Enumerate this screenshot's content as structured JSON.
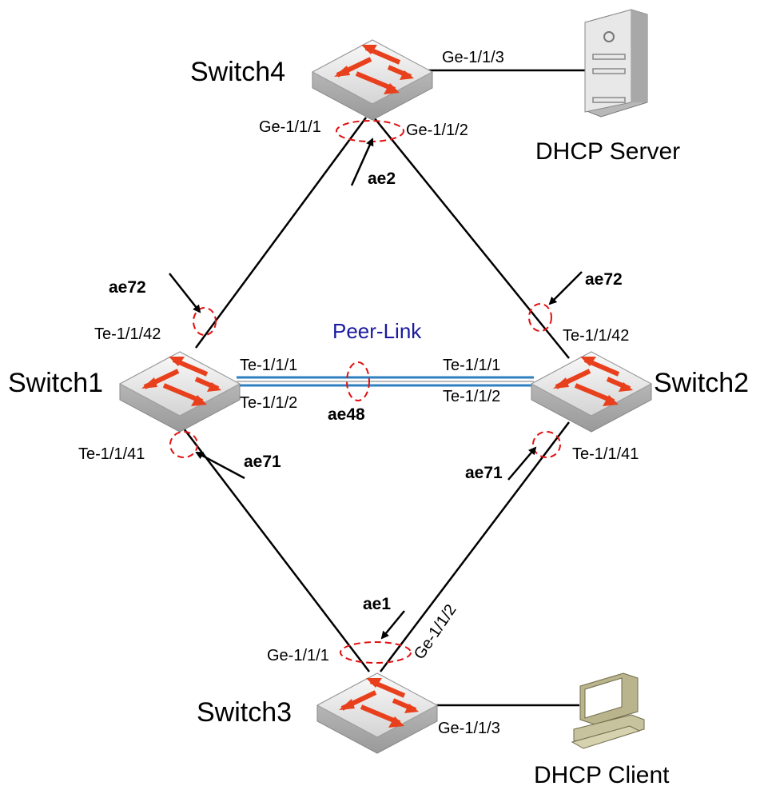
{
  "nodes": {
    "switch1": "Switch1",
    "switch2": "Switch2",
    "switch3": "Switch3",
    "switch4": "Switch4",
    "dhcp_server": "DHCP Server",
    "dhcp_client": "DHCP Client"
  },
  "peer_link": "Peer-Link",
  "ports": {
    "s4_server": "Ge-1/1/3",
    "s4_left": "Ge-1/1/1",
    "s4_right": "Ge-1/1/2",
    "s1_up": "Te-1/1/42",
    "s1_down": "Te-1/1/41",
    "s1_peer1": "Te-1/1/1",
    "s1_peer2": "Te-1/1/2",
    "s2_up": "Te-1/1/42",
    "s2_down": "Te-1/1/41",
    "s2_peer1": "Te-1/1/1",
    "s2_peer2": "Te-1/1/2",
    "s3_left": "Ge-1/1/1",
    "s3_right": "Ge-1/1/2",
    "s3_client": "Ge-1/1/3"
  },
  "lags": {
    "s4": "ae2",
    "s1_up": "ae72",
    "s2_up": "ae72",
    "peer": "ae48",
    "s1_down": "ae71",
    "s2_down": "ae71",
    "s3": "ae1"
  },
  "colors": {
    "switch_body": "#d8d8d8",
    "arrow": "#e8401c",
    "lag_ring": "#e01010",
    "peer_link_line": "#2e7fc0",
    "peer_label": "#1a1aa0"
  }
}
